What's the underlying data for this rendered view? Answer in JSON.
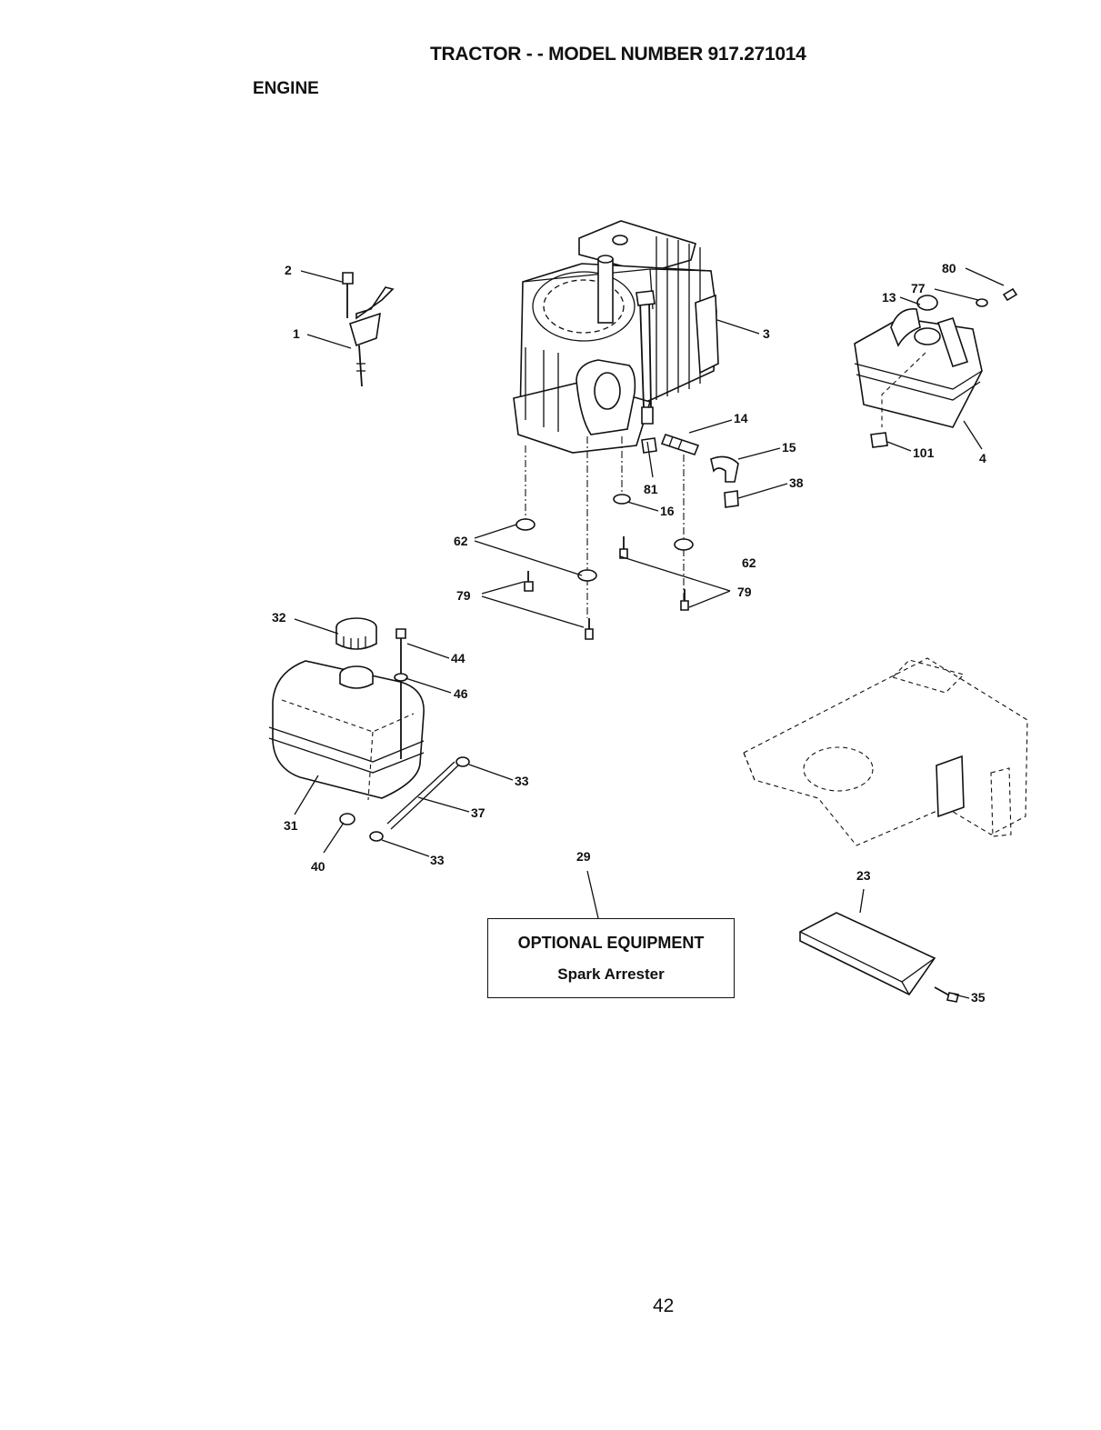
{
  "header": {
    "title": "TRACTOR - - MODEL NUMBER 917.271014",
    "section": "ENGINE"
  },
  "footer": {
    "page_number": "42"
  },
  "optional_box": {
    "heading": "OPTIONAL EQUIPMENT",
    "item": "Spark Arrester"
  },
  "callouts": [
    {
      "id": "c2",
      "label": "2"
    },
    {
      "id": "c1",
      "label": "1"
    },
    {
      "id": "c3",
      "label": "3"
    },
    {
      "id": "c80",
      "label": "80"
    },
    {
      "id": "c77",
      "label": "77"
    },
    {
      "id": "c13",
      "label": "13"
    },
    {
      "id": "c101",
      "label": "101"
    },
    {
      "id": "c4",
      "label": "4"
    },
    {
      "id": "c14",
      "label": "14"
    },
    {
      "id": "c15",
      "label": "15"
    },
    {
      "id": "c38",
      "label": "38"
    },
    {
      "id": "c81",
      "label": "81"
    },
    {
      "id": "c16",
      "label": "16"
    },
    {
      "id": "c62a",
      "label": "62"
    },
    {
      "id": "c62b",
      "label": "62"
    },
    {
      "id": "c79a",
      "label": "79"
    },
    {
      "id": "c79b",
      "label": "79"
    },
    {
      "id": "c32",
      "label": "32"
    },
    {
      "id": "c44",
      "label": "44"
    },
    {
      "id": "c46",
      "label": "46"
    },
    {
      "id": "c33a",
      "label": "33"
    },
    {
      "id": "c37",
      "label": "37"
    },
    {
      "id": "c31",
      "label": "31"
    },
    {
      "id": "c40",
      "label": "40"
    },
    {
      "id": "c33b",
      "label": "33"
    },
    {
      "id": "c29",
      "label": "29"
    },
    {
      "id": "c23",
      "label": "23"
    },
    {
      "id": "c35",
      "label": "35"
    }
  ]
}
